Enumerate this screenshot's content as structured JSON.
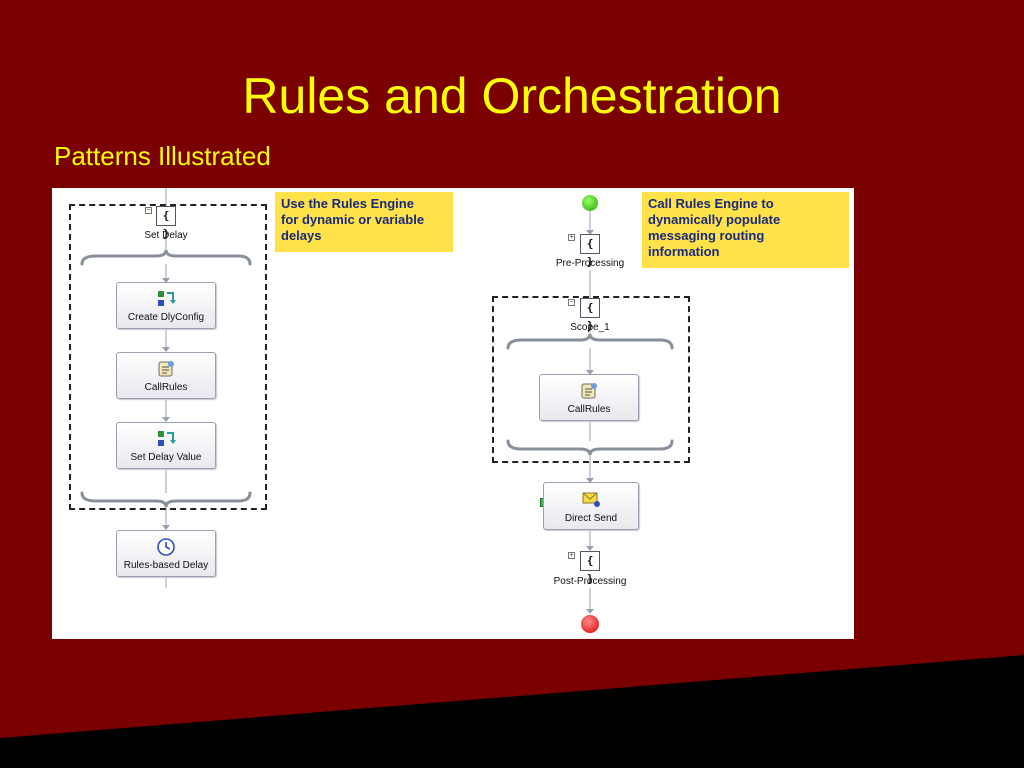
{
  "slide": {
    "title": "Rules and Orchestration",
    "subtitle": "Patterns Illustrated"
  },
  "colors": {
    "background": "#7a0000",
    "title": "#ffff00",
    "note_fill": "#ffe14a",
    "note_text": "#1a2a7a"
  },
  "left_flow": {
    "note": "Use the Rules Engine\nfor dynamic or variable\ndelays",
    "group_label": "Set Delay",
    "group_glyph": "{ }",
    "steps": [
      {
        "label": "Create DlyConfig",
        "icon": "construct-message-icon"
      },
      {
        "label": "CallRules",
        "icon": "call-rules-icon"
      },
      {
        "label": "Set Delay Value",
        "icon": "construct-message-icon"
      }
    ],
    "final_step": {
      "label": "Rules-based Delay",
      "icon": "clock-icon"
    }
  },
  "right_flow": {
    "note": "Call Rules Engine to\ndynamically populate\nmessaging routing\ninformation",
    "pre_label": "Pre-Processing",
    "scope_label": "Scope_1",
    "scope_step": {
      "label": "CallRules",
      "icon": "call-rules-icon"
    },
    "send_step": {
      "label": "Direct Send",
      "icon": "send-envelope-icon"
    },
    "post_label": "Post-Processing",
    "group_glyph": "{ }"
  }
}
